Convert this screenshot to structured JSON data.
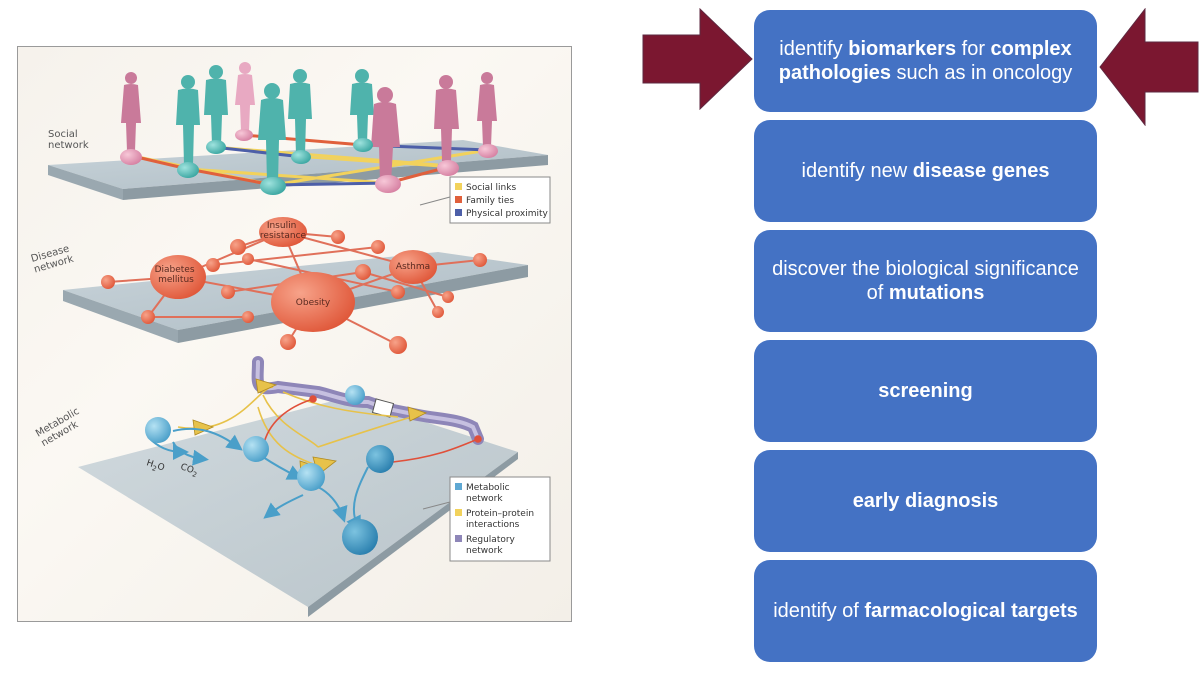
{
  "figure": {
    "layers": {
      "social": [
        "Social",
        "network"
      ],
      "disease": [
        "Disease",
        "network"
      ],
      "metabolic": [
        "Metabolic",
        "network"
      ]
    },
    "social_legend": [
      "Social links",
      "Family ties",
      "Physical proximity"
    ],
    "disease_nodes": {
      "insulin": [
        "Insulin",
        "resistance"
      ],
      "diabetes": [
        "Diabetes",
        "mellitus"
      ],
      "asthma": "Asthma",
      "obesity": "Obesity"
    },
    "chemicals": [
      "H",
      "2",
      "O",
      "CO",
      "2"
    ],
    "metabolic_legend": [
      [
        "Metabolic",
        "network"
      ],
      [
        "Protein–protein",
        "interactions"
      ],
      [
        "Regulatory",
        "network"
      ]
    ],
    "colors": {
      "social_links": "#f2d25c",
      "family_ties": "#e0603c",
      "physical_proximity": "#4d5fa8",
      "metabolic": "#5fa8d3",
      "protein": "#f2d25c",
      "regulatory": "#8e86b8"
    }
  },
  "arrows_color": "#7b1730",
  "box_color": "#4472c4",
  "boxes": [
    {
      "segments": [
        {
          "t": "identify ",
          "b": false
        },
        {
          "t": "biomarkers",
          "b": true
        },
        {
          "t": " for ",
          "b": false
        },
        {
          "t": "complex pathologies",
          "b": true
        },
        {
          "t": " such as in oncology",
          "b": false
        }
      ]
    },
    {
      "segments": [
        {
          "t": "identify new ",
          "b": false
        },
        {
          "t": "disease genes",
          "b": true
        }
      ]
    },
    {
      "segments": [
        {
          "t": "discover the biological significance of ",
          "b": false
        },
        {
          "t": "mutations",
          "b": true
        }
      ]
    },
    {
      "segments": [
        {
          "t": "screening",
          "b": true
        }
      ]
    },
    {
      "segments": [
        {
          "t": "early diagnosis",
          "b": true
        }
      ]
    },
    {
      "segments": [
        {
          "t": "identify of ",
          "b": false
        },
        {
          "t": "farmacological targets",
          "b": true
        }
      ]
    }
  ]
}
